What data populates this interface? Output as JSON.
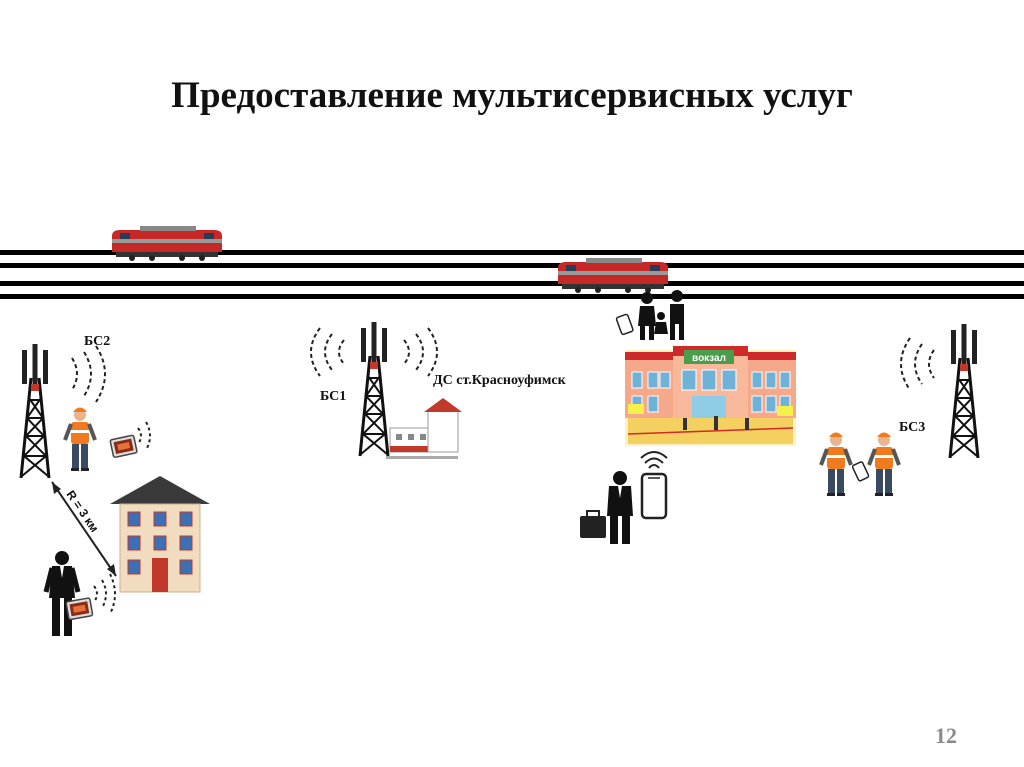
{
  "slide": {
    "title": "Предоставление мультисервисных услуг",
    "page_number": "12"
  },
  "labels": {
    "bs1": "БС1",
    "bs2": "БС2",
    "bs3": "БС3",
    "station_post": "ДС ст.Красноуфимск",
    "radius": "R = 3 км",
    "vokzal_sign": "вокзал"
  },
  "colors": {
    "rail": "#000000",
    "train_body": "#c62828",
    "vest": "#f07a20",
    "station_facade": "#f5a88a",
    "station_roof": "#cf2a2a",
    "building_facade": "#f1dcc0",
    "building_roof": "#3a3a3a",
    "window": "#3d6fb5",
    "station_ground": "#f4d060"
  },
  "icons": [
    "tower-icon",
    "train-icon",
    "worker-icon",
    "tablet-icon",
    "phone-icon",
    "family-icon",
    "businessman-icon",
    "suitcase-icon",
    "house-icon",
    "station-building-icon",
    "signal-waves-icon"
  ]
}
